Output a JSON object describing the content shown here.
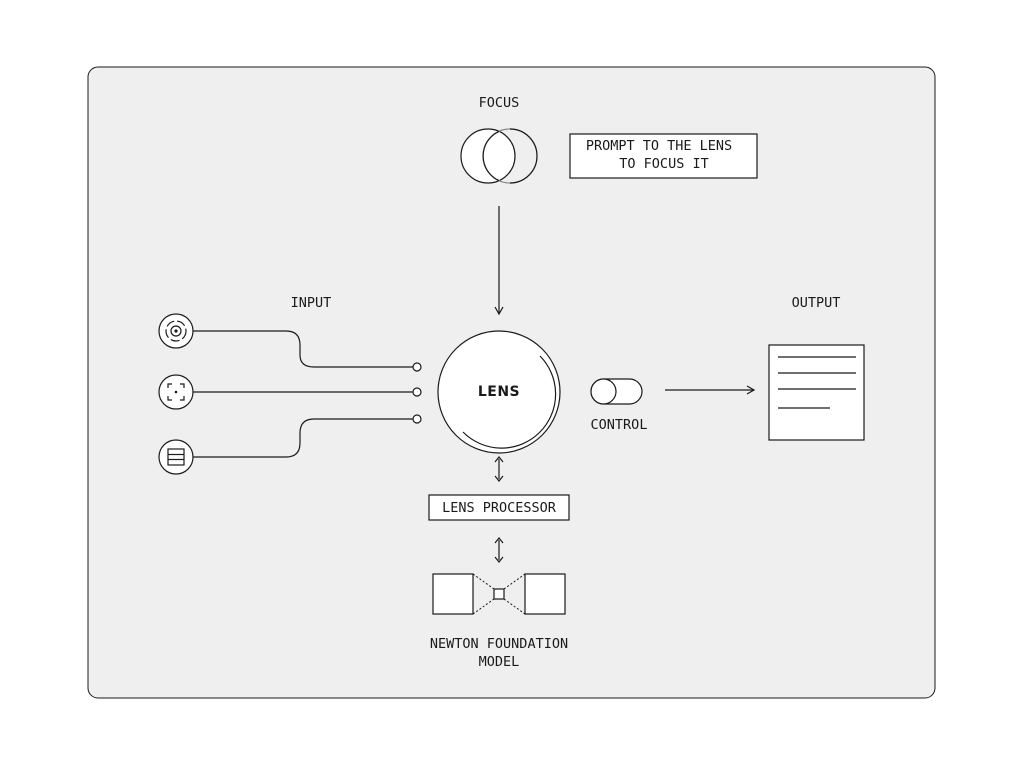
{
  "focus": {
    "label": "FOCUS",
    "prompt_line1": "PROMPT TO THE LENS",
    "prompt_line2": "TO FOCUS IT"
  },
  "input": {
    "label": "INPUT",
    "sources": [
      {
        "icon": "target-icon"
      },
      {
        "icon": "focus-frame-icon"
      },
      {
        "icon": "list-icon"
      }
    ]
  },
  "lens": {
    "label": "LENS"
  },
  "control": {
    "label": "CONTROL",
    "icon": "toggle-icon"
  },
  "output": {
    "label": "OUTPUT",
    "icon": "document-icon"
  },
  "processor": {
    "label": "LENS PROCESSOR"
  },
  "model": {
    "label_line1": "NEWTON FOUNDATION",
    "label_line2": "MODEL",
    "icon": "network-icon"
  },
  "colors": {
    "panel_bg": "#efefef",
    "stroke": "#1a1a1a",
    "canvas_bg": "#ffffff"
  }
}
